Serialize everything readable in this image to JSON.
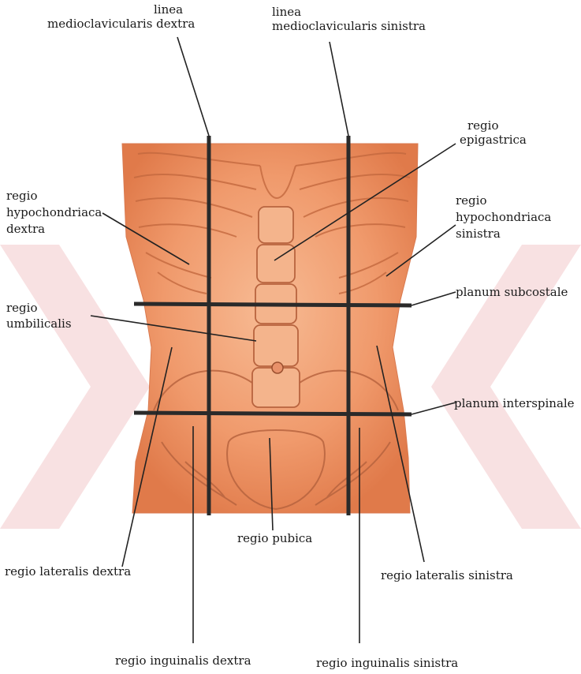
{
  "colors": {
    "skin_light": "#f6b38a",
    "skin_mid": "#ee9466",
    "skin_dark": "#de7444",
    "bone_line": "#c06a44",
    "watermark": "#f6d8d9",
    "grid_line": "#2a2a2a",
    "leader_line": "#222222",
    "text": "#1a1a1a"
  },
  "labels": {
    "linea_dextra": [
      "linea",
      "medioclavicularis dextra"
    ],
    "linea_sinistra": [
      "linea",
      "medioclavicularis sinistra"
    ],
    "epigastrica": [
      "regio",
      "epigastrica"
    ],
    "hypochondriaca_dextra": [
      "regio",
      "hypochondriaca",
      "dextra"
    ],
    "hypochondriaca_sinistra": [
      "regio",
      "hypochondriaca",
      "sinistra"
    ],
    "planum_subcostale": [
      "planum subcostale"
    ],
    "umbilicalis": [
      "regio",
      "umbilicalis"
    ],
    "planum_interspinale": [
      "planum interspinale"
    ],
    "pubica": [
      "regio pubica"
    ],
    "lateralis_dextra": [
      "regio lateralis dextra"
    ],
    "lateralis_sinistra": [
      "regio lateralis sinistra"
    ],
    "inguinalis_dextra": [
      "regio inguinalis dextra"
    ],
    "inguinalis_sinistra": [
      "regio inguinalis sinistra"
    ]
  }
}
